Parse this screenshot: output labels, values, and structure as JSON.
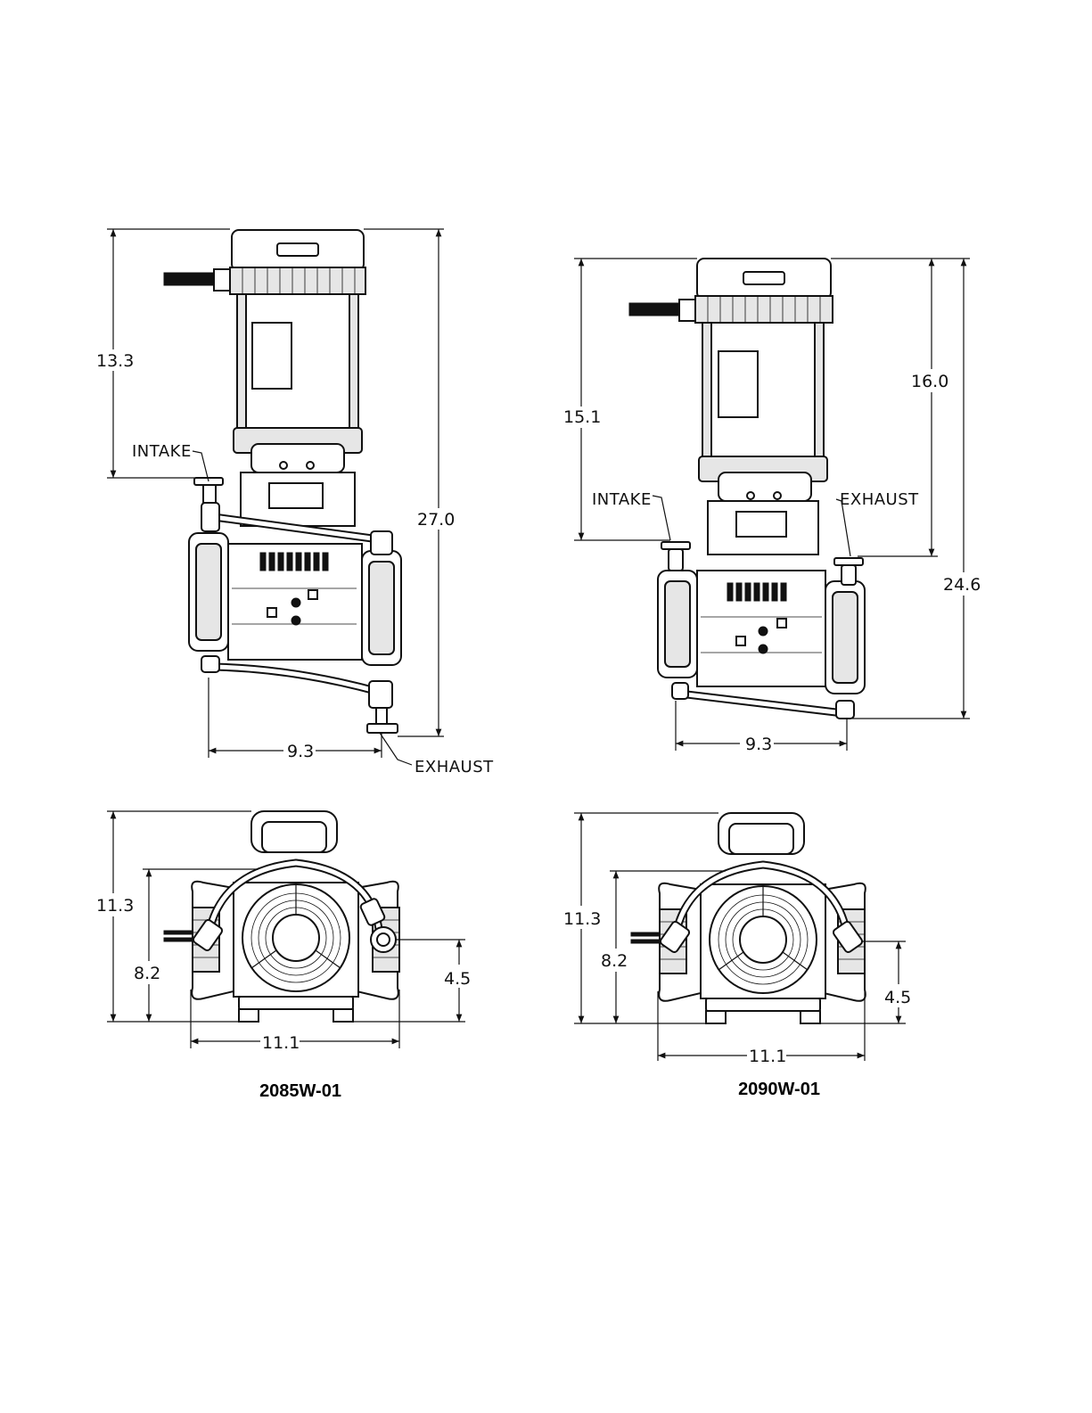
{
  "models": [
    {
      "name": "2085W-01",
      "side_view": {
        "dims": {
          "upper_height": "13.3",
          "total_height": "27.0",
          "width": "9.3"
        },
        "callouts": {
          "intake": "INTAKE",
          "exhaust": "EXHAUST"
        }
      },
      "end_view": {
        "dims": {
          "total_height": "11.3",
          "body_height": "8.2",
          "port_height": "4.5",
          "width": "11.1"
        }
      }
    },
    {
      "name": "2090W-01",
      "side_view": {
        "dims": {
          "intake_height": "15.1",
          "exhaust_height": "16.0",
          "total_height": "24.6",
          "width": "9.3"
        },
        "callouts": {
          "intake": "INTAKE",
          "exhaust": "EXHAUST"
        }
      },
      "end_view": {
        "dims": {
          "total_height": "11.3",
          "body_height": "8.2",
          "port_height": "4.5",
          "width": "11.1"
        }
      }
    }
  ]
}
